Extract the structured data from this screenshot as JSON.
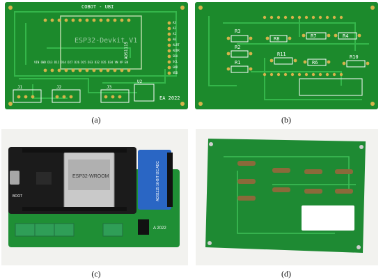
{
  "figure": {
    "panels": [
      {
        "caption": "(a)",
        "board_title": "COBOT - UBI",
        "module_label": "ESP32-Devkit V1",
        "module_label_mirror": "ADS1115",
        "pinrow_label": "VIN GND D13 D12 D14 D27 D26 D25 D33 D32 D35 D34 VN VP EN",
        "connectors": [
          "J1",
          "J2",
          "J3"
        ],
        "ic_label": "U2",
        "footer": "EA 2022",
        "side_labels": [
          "A3",
          "A2",
          "A1",
          "A0",
          "ALRT",
          "ADDR",
          "SDA",
          "SCL",
          "GND",
          "VDD"
        ]
      },
      {
        "caption": "(b)",
        "resistors": [
          "R3",
          "R2",
          "R1",
          "R8",
          "R7",
          "R4",
          "R11",
          "R6",
          "R10"
        ]
      },
      {
        "caption": "(c)",
        "module_label": "ESP32-WROOM",
        "adc_label": "ADS1115 16-BIT I2C ADC",
        "boot_label": "BOOT",
        "footer": "A 2022"
      },
      {
        "caption": "(d)"
      }
    ]
  },
  "colors": {
    "pcb_green": "#1c8a2c",
    "trace_green": "#36b94a",
    "pad_gold": "#d6b34a",
    "header_black": "#1b1b1b",
    "esp_blue": "#2a66c4",
    "terminal_green": "#2f9e57"
  }
}
